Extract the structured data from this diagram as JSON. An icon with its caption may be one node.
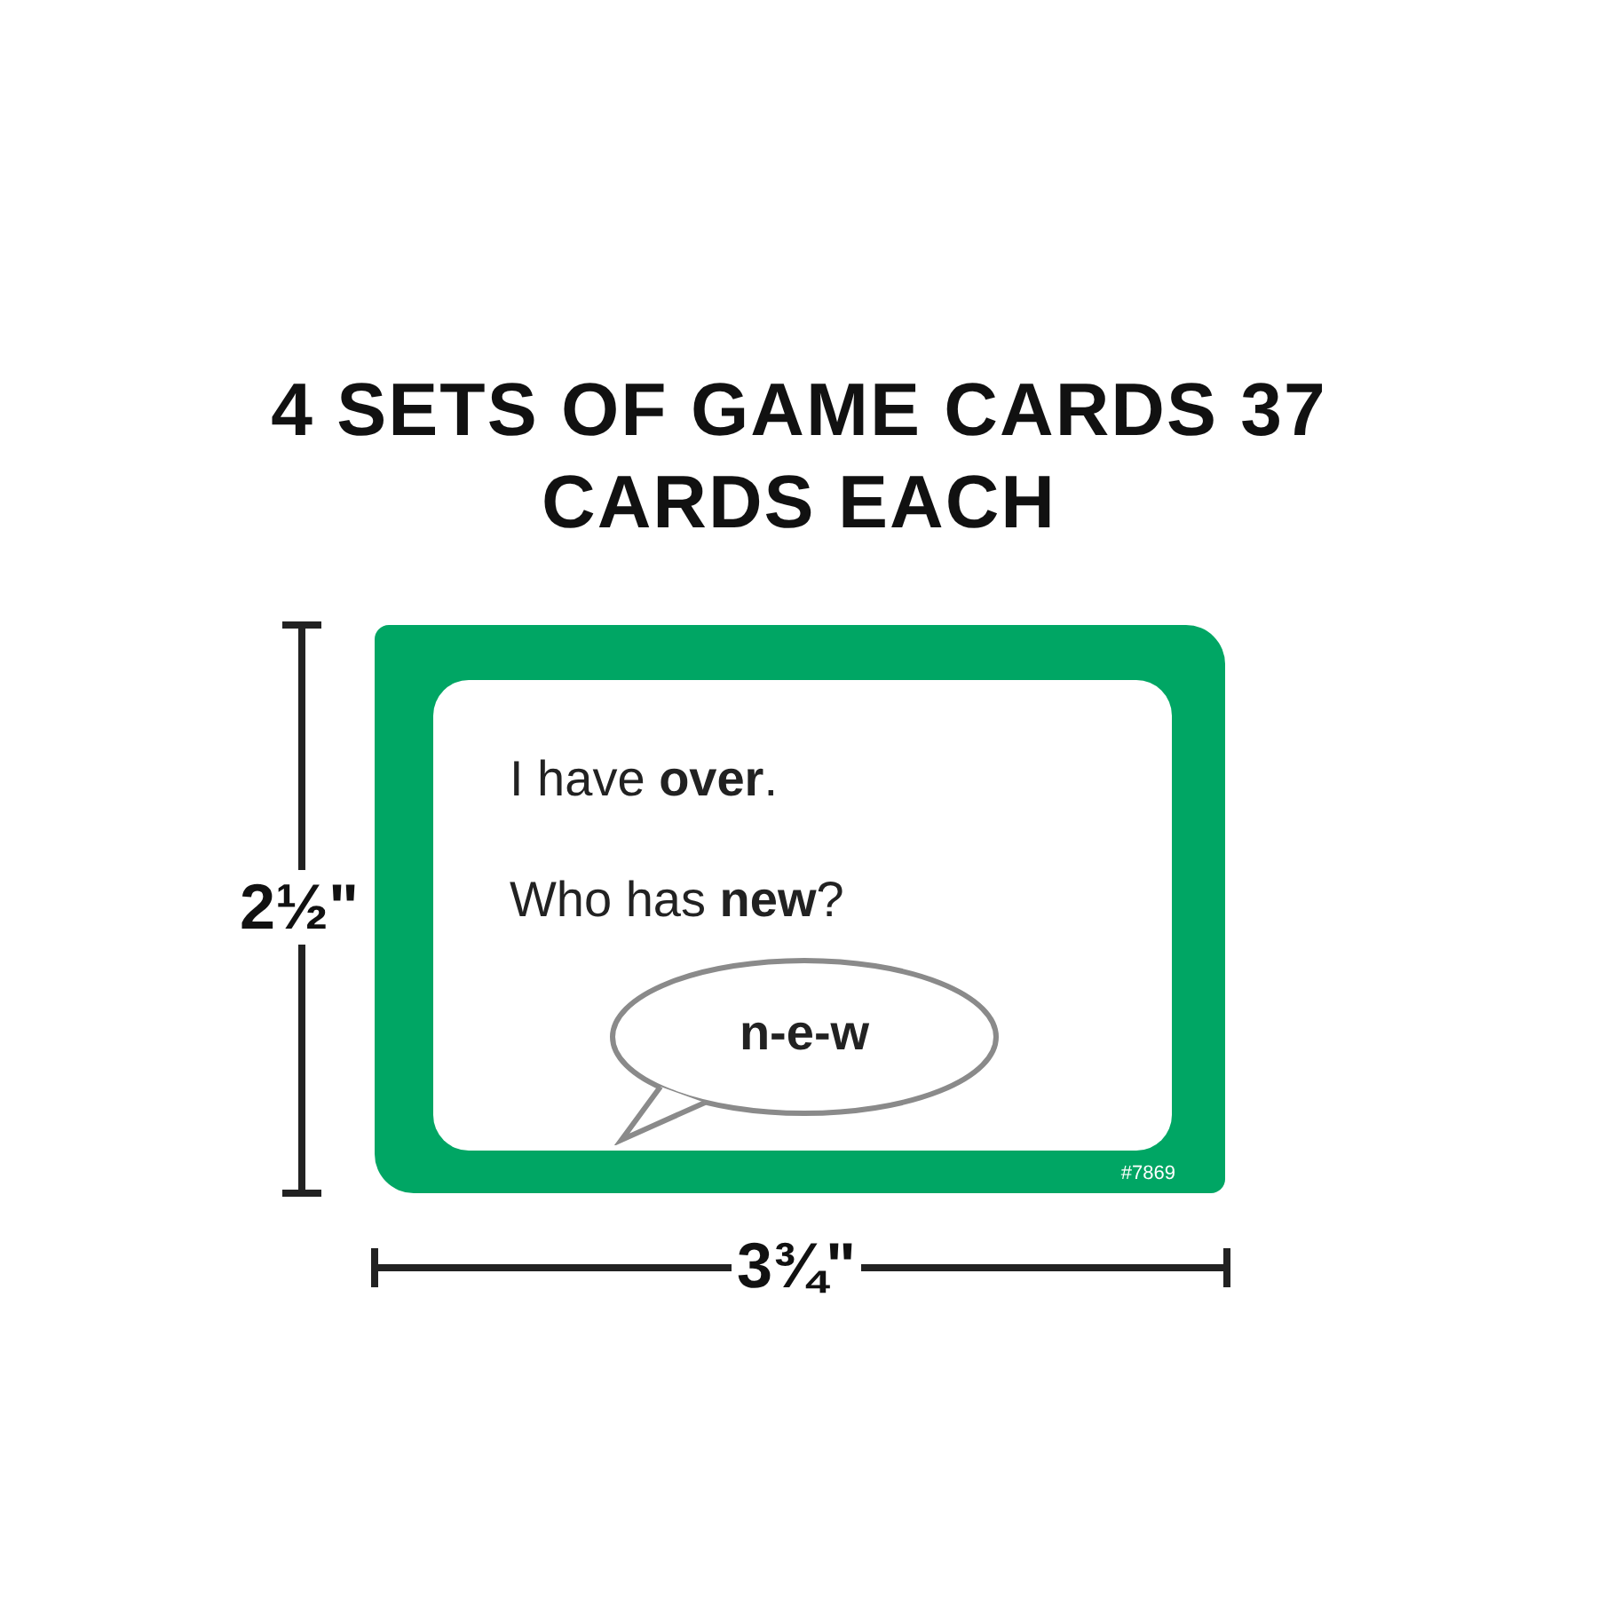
{
  "diagram": {
    "title": "4 SETS OF GAME CARDS 37 CARDS EACH",
    "nodes": [
      {
        "text": [
          "#7869"
        ]
      },
      {
        "text": [
          "I have **over**.",
          "Who has **new**?"
        ],
        "in": 0
      },
      {
        "text": [
          "n-e-w"
        ],
        "in": 1
      }
    ],
    "labels": [
      "2½\"",
      "3¾\""
    ]
  }
}
